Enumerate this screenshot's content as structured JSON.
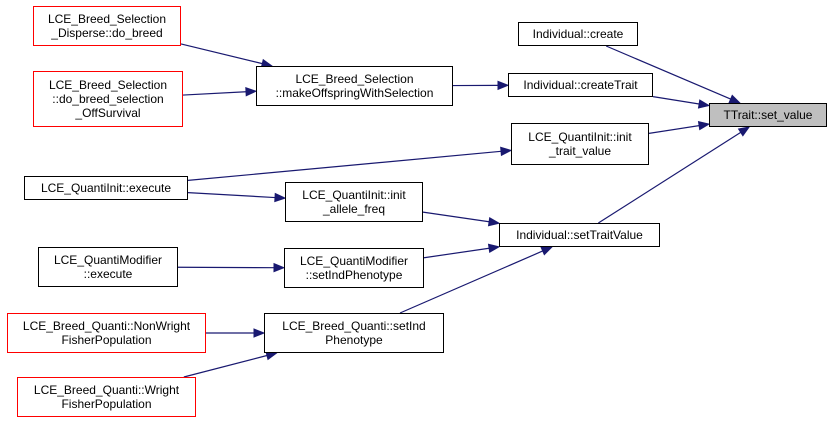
{
  "colors": {
    "edge": "#191970",
    "node_border": "#000000",
    "leaf_border": "#ff0000",
    "focus_fill": "#bfbfbf"
  },
  "nodes": {
    "n_set_value": {
      "lines": [
        "TTrait::set_value"
      ]
    },
    "n_create": {
      "lines": [
        "Individual::create"
      ]
    },
    "n_createTrait": {
      "lines": [
        "Individual::createTrait"
      ]
    },
    "n_init_trait": {
      "lines": [
        "LCE_QuantiInit::init",
        "_trait_value"
      ]
    },
    "n_setTraitValue": {
      "lines": [
        "Individual::setTraitValue"
      ]
    },
    "n_makeOffspring": {
      "lines": [
        "LCE_Breed_Selection",
        "::makeOffspringWithSelection"
      ]
    },
    "n_disperse": {
      "lines": [
        "LCE_Breed_Selection",
        "_Disperse::do_breed"
      ]
    },
    "n_offsurvival": {
      "lines": [
        "LCE_Breed_Selection",
        "::do_breed_selection",
        "_OffSurvival"
      ]
    },
    "n_init_execute": {
      "lines": [
        "LCE_QuantiInit::execute"
      ]
    },
    "n_init_allele": {
      "lines": [
        "LCE_QuantiInit::init",
        "_allele_freq"
      ]
    },
    "n_mod_execute": {
      "lines": [
        "LCE_QuantiModifier",
        "::execute"
      ]
    },
    "n_mod_setind": {
      "lines": [
        "LCE_QuantiModifier",
        "::setIndPhenotype"
      ]
    },
    "n_bq_setind": {
      "lines": [
        "LCE_Breed_Quanti::setInd",
        "Phenotype"
      ]
    },
    "n_nonwright": {
      "lines": [
        "LCE_Breed_Quanti::NonWright",
        "FisherPopulation"
      ]
    },
    "n_wright": {
      "lines": [
        "LCE_Breed_Quanti::Wright",
        "FisherPopulation"
      ]
    }
  },
  "edges": [
    {
      "from": "n_create",
      "to": "n_set_value"
    },
    {
      "from": "n_createTrait",
      "to": "n_set_value"
    },
    {
      "from": "n_init_trait",
      "to": "n_set_value"
    },
    {
      "from": "n_setTraitValue",
      "to": "n_set_value"
    },
    {
      "from": "n_makeOffspring",
      "to": "n_createTrait"
    },
    {
      "from": "n_disperse",
      "to": "n_makeOffspring"
    },
    {
      "from": "n_offsurvival",
      "to": "n_makeOffspring"
    },
    {
      "from": "n_init_execute",
      "to": "n_init_trait"
    },
    {
      "from": "n_init_execute",
      "to": "n_init_allele"
    },
    {
      "from": "n_init_allele",
      "to": "n_setTraitValue"
    },
    {
      "from": "n_mod_setind",
      "to": "n_setTraitValue"
    },
    {
      "from": "n_bq_setind",
      "to": "n_setTraitValue"
    },
    {
      "from": "n_mod_execute",
      "to": "n_mod_setind"
    },
    {
      "from": "n_nonwright",
      "to": "n_bq_setind"
    },
    {
      "from": "n_wright",
      "to": "n_bq_setind"
    }
  ]
}
